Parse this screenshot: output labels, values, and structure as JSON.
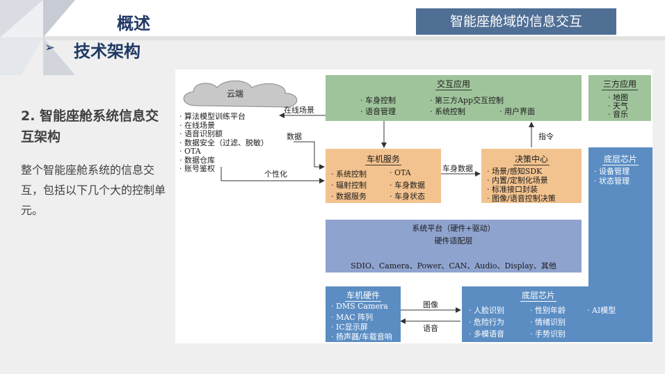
{
  "header": {
    "overview": "概述",
    "bullet": "➢",
    "section": "技术架构",
    "banner": "智能座舱域的信息交互"
  },
  "side": {
    "title": "2. 智能座舱系统信息交互架构",
    "body": "整个智能座舱系统的信息交互，包括以下几个大的控制单元。"
  },
  "diagram": {
    "cloud": {
      "label": "云端",
      "items": [
        "算法模型训练平台",
        "在线场景",
        "语音识别额",
        "数据安全（过滤、脱敏）",
        "OTA",
        "数据仓库",
        "账号鉴权"
      ],
      "bullet": "·"
    },
    "interaction": {
      "title": "交互应用",
      "items": [
        "·  车身控制",
        "·  语音管理",
        "·  第三方App交互控制",
        "·  系统控制",
        "·  用户界面"
      ]
    },
    "third_party": {
      "title": "三方应用",
      "items": [
        "·  地图",
        "·  天气",
        "·  音乐"
      ]
    },
    "head_unit_service": {
      "title": "车机服务",
      "items": [
        "·  系统控制",
        "·  辐射控制",
        "·  数据服务",
        "·  OTA",
        "·  车身数据",
        "·  车身状态"
      ]
    },
    "decision": {
      "title": "决策中心",
      "items": [
        "·  场景/感知SDK",
        "·  内置/定制化场景",
        "·  标准接口封装",
        "·  图像/语音控制决策"
      ]
    },
    "chip_right": {
      "title": "底层芯片",
      "items": [
        "·  设备管理",
        "·  状态管理"
      ]
    },
    "platform": {
      "title": "系统平台（硬件+驱动）",
      "subtitle": "硬件适配层",
      "items": "SDIO、Camera、Power、CAN、Audio、Display、其他"
    },
    "hardware": {
      "title": "车机硬件",
      "items": [
        "·  DMS Camera",
        "·  MAC 阵列",
        "·  IC显示屏",
        "·  扬声器/车载音响"
      ]
    },
    "chip_bottom": {
      "title": "底层芯片",
      "items": [
        "·  人脸识别",
        "·  危险行为",
        "·  多模语音",
        "·  性别年龄",
        "·  情绪识别",
        "·  手势识别",
        "·  AI模型"
      ]
    },
    "arrows": {
      "online_scene": "在线场景",
      "data": "数据",
      "personalize": "个性化",
      "body_data": "车身数据",
      "command": "指令",
      "image": "图像",
      "voice": "语音"
    }
  },
  "colors": {
    "title_blue": "#1f3864",
    "banner": "#4f6f95",
    "green": "#9fc49b",
    "orange": "#f3c38f",
    "purple": "#8fa3cf",
    "blue": "#5b8dc3"
  }
}
